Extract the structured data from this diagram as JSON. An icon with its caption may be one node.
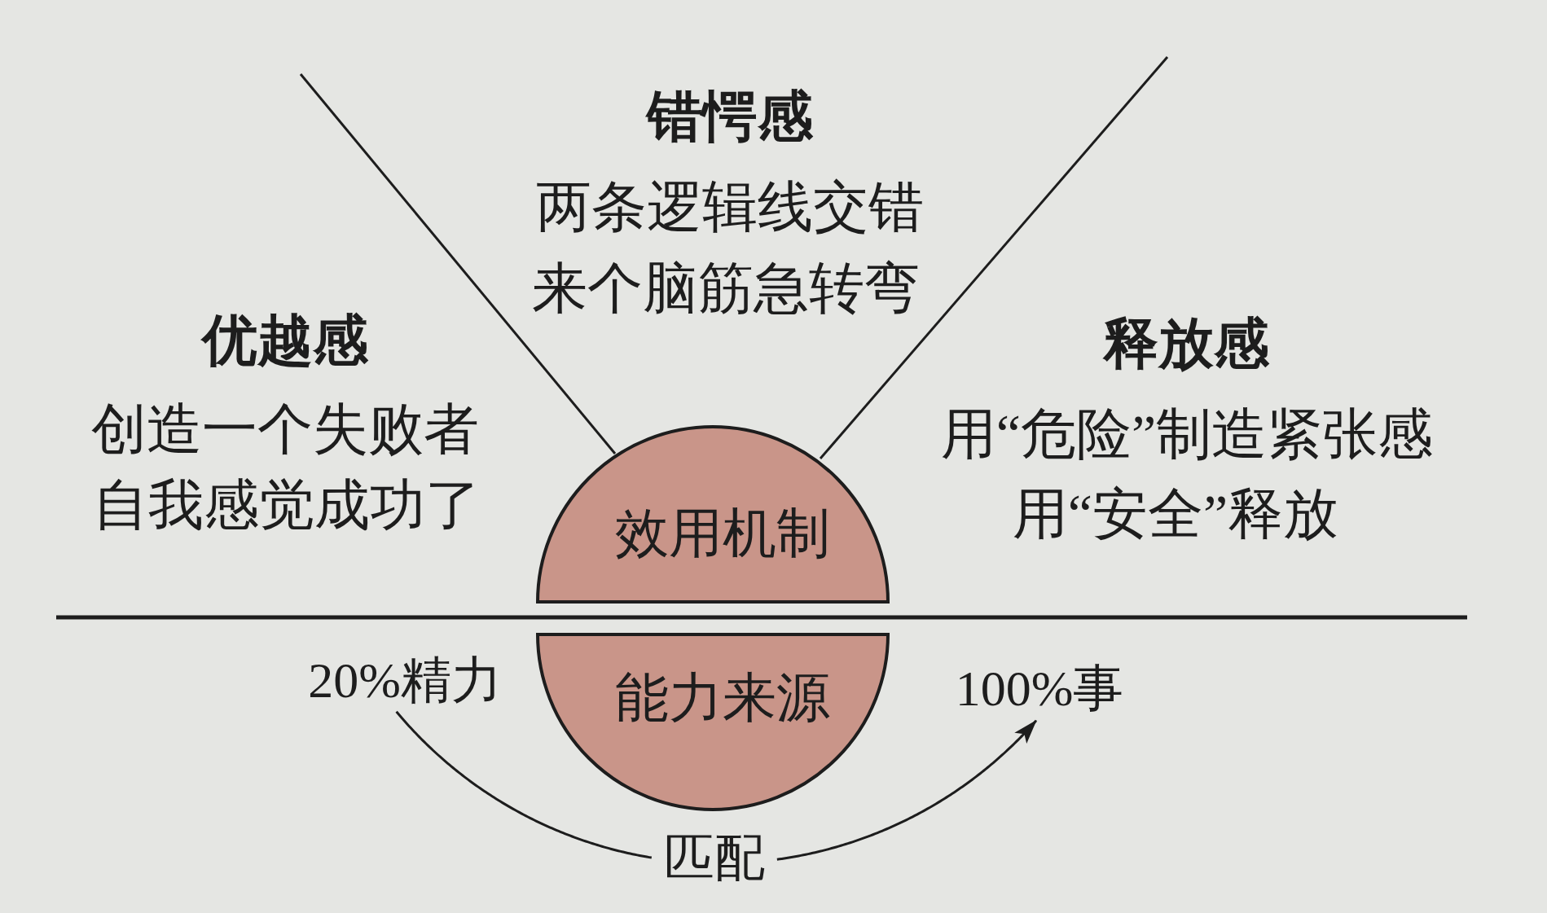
{
  "diagram": {
    "nodes": [
      {
        "text": [
          "效用机制"
        ]
      },
      {
        "text": [
          "20%精力"
        ]
      },
      {
        "text": [
          "能力来源"
        ]
      },
      {
        "text": [
          "100%事"
        ]
      }
    ],
    "edges": [
      {
        "from": 1,
        "to": 3,
        "arrow": "to",
        "label": "匹配"
      }
    ],
    "labels": [
      "错愕感",
      "两条逻辑线交错",
      "来个脑筋急转弯",
      "优越感",
      "创造一个失败者",
      "自我感觉成功了",
      "释放感",
      "用“危险”制造紧张感",
      "用“安全”释放"
    ]
  }
}
